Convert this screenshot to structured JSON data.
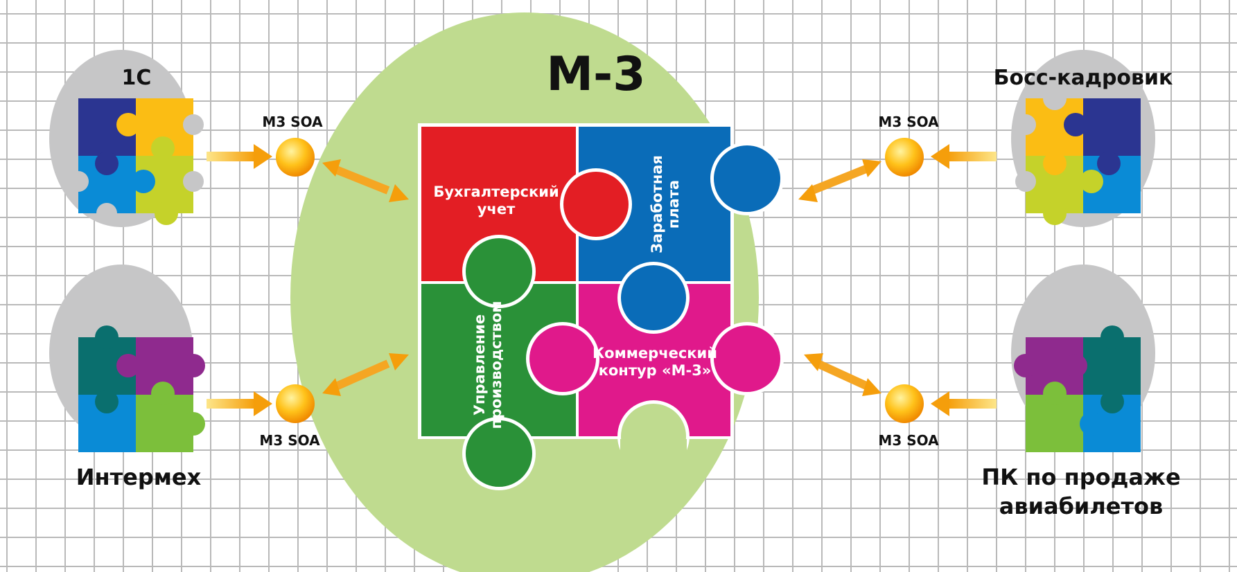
{
  "center": {
    "title": "М-3",
    "pieces": {
      "accounting": {
        "line1": "Бухгалтерский",
        "line2": "учет",
        "color": "#e31e24"
      },
      "salary": {
        "line1": "Заработная",
        "line2": "плата",
        "color": "#0a6cb8"
      },
      "production": {
        "line1": "Управление",
        "line2": "производством",
        "color": "#2a9138"
      },
      "commerce": {
        "line1": "Коммерческий",
        "line2": "контур «М-3»",
        "color": "#e0198b"
      }
    }
  },
  "systems": {
    "top_left": {
      "label": "1С",
      "connector": "М3 SOA"
    },
    "bottom_left": {
      "label": "Интермех",
      "connector": "М3 SOA"
    },
    "top_right": {
      "label": "Босс-кадровик",
      "connector": "М3 SOA"
    },
    "bottom_right": {
      "label_line1": "ПК по продаже",
      "label_line2": "авиабилетов",
      "connector": "М3 SOA"
    }
  },
  "colors": {
    "grid_line": "#b9b9b9",
    "center_circle": "#bfdb8f",
    "side_circle": "#c6c6c7",
    "connector_node": "#f7b500",
    "arrow": "#f5a623"
  }
}
